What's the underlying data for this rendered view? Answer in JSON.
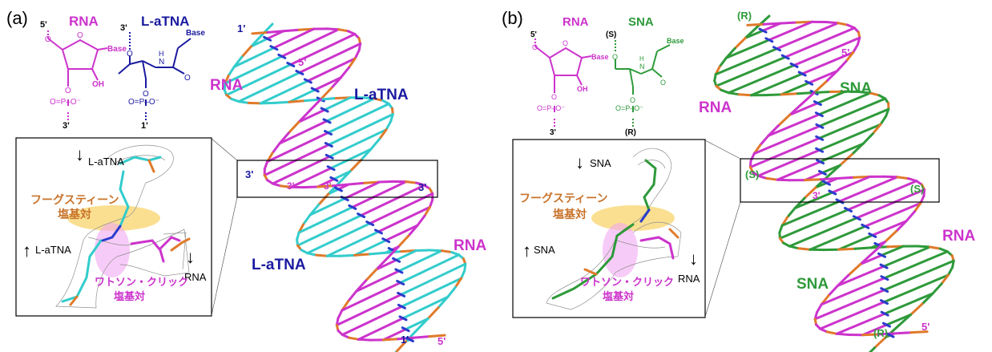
{
  "colors": {
    "rna": "#cc33cc",
    "atna": "#1a1aa0",
    "sna": "#2e9a3a",
    "cyan": "#33cccc",
    "orange": "#e07a2a",
    "fg": "#c8732a",
    "blue": "#2a3ccc",
    "mesh": "#909090",
    "hoog": "#f7c948",
    "wc": "#f2a8f2"
  },
  "panel_a": {
    "label": "(a)",
    "struct_rna": {
      "title": "RNA",
      "end5": "5'",
      "end3": "3'",
      "base": "Base",
      "oh": "OH",
      "phos": "O=P–O⁻",
      "o1": "O",
      "o2": "O",
      "o3": "O"
    },
    "struct_tna": {
      "title": "L-aTNA",
      "end3": "3'",
      "end1": "1'",
      "base": "Base",
      "h": "H",
      "n": "N",
      "o1": "O",
      "o2": "O",
      "phos": "O=P–O⁻",
      "o3": "O"
    },
    "inset": {
      "top_arrow_label": "L-aTNA",
      "left_arrow_label": "L-aTNA",
      "right_arrow_label": "RNA",
      "hoog_label_line1": "フーグスティーン",
      "hoog_label_line2": "塩基対",
      "wc_label_line1": "ワトソン・クリック",
      "wc_label_line2": "塩基対"
    },
    "model": {
      "label_rna_top": "RNA",
      "label_tna_top": "L-aTNA",
      "label_rna_bottom": "RNA",
      "label_tna_bottom": "L-aTNA",
      "end_1_top": "1'",
      "end_5_top": "5'",
      "end_3_left": "3'",
      "end_3_mid1": "3'",
      "end_3_mid2": "3'",
      "end_3_right": "3'",
      "end_1_bottom": "1'",
      "end_5_bottom": "5'"
    }
  },
  "panel_b": {
    "label": "(b)",
    "struct_rna": {
      "title": "RNA",
      "end5": "5'",
      "end3": "3'",
      "base": "Base",
      "oh": "OH",
      "phos": "O=P–O⁻",
      "o1": "O",
      "o2": "O",
      "o3": "O"
    },
    "struct_sna": {
      "title": "SNA",
      "end_s": "(S)",
      "end_r": "(R)",
      "base": "Base",
      "h": "H",
      "n": "N",
      "o1": "O",
      "o2": "O",
      "phos": "O=P–O⁻",
      "o3": "O"
    },
    "inset": {
      "top_arrow_label": "SNA",
      "left_arrow_label": "SNA",
      "right_arrow_label": "RNA",
      "hoog_label_line1": "フーグスティーン",
      "hoog_label_line2": "塩基対",
      "wc_label_line1": "ワトソン・クリック",
      "wc_label_line2": "塩基対"
    },
    "model": {
      "label_r_top": "(R)",
      "label_5_top": "5'",
      "label_sna_top": "SNA",
      "label_rna_left": "RNA",
      "label_s_left": "(S)",
      "label_3_mid": "3'",
      "label_s_right": "(S)",
      "label_rna_bottom": "RNA",
      "label_sna_bottom": "SNA",
      "label_r_bottom": "(R)",
      "label_5_bottom": "5'"
    }
  }
}
